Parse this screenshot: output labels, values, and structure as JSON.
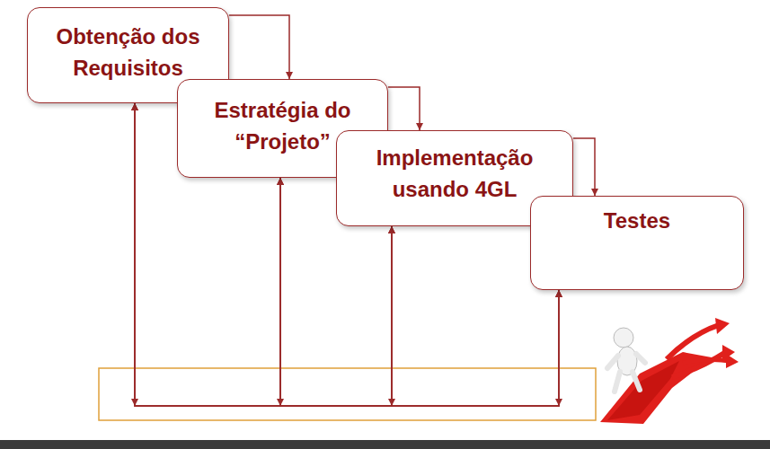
{
  "diagram": {
    "nodes": [
      {
        "text": [
          "Obtenção dos Requisitos"
        ]
      },
      {
        "text": [
          "Estratégia do “Projeto”"
        ]
      },
      {
        "text": [
          "Implementação usando 4GL"
        ]
      },
      {
        "text": [
          "Testes"
        ]
      }
    ],
    "edges": [
      {
        "from": 0,
        "to": 1,
        "arrow": "to"
      },
      {
        "from": 1,
        "to": 2,
        "arrow": "to"
      },
      {
        "from": 2,
        "to": 3,
        "arrow": "to"
      },
      {
        "from": 0,
        "to": 1,
        "arrow": "both"
      },
      {
        "from": 0,
        "to": 2,
        "arrow": "both"
      },
      {
        "from": 0,
        "to": 3,
        "arrow": "both"
      },
      {
        "from": 1,
        "to": 2,
        "arrow": "both"
      },
      {
        "from": 1,
        "to": 3,
        "arrow": "both"
      },
      {
        "from": 2,
        "to": 3,
        "arrow": "both"
      }
    ]
  }
}
